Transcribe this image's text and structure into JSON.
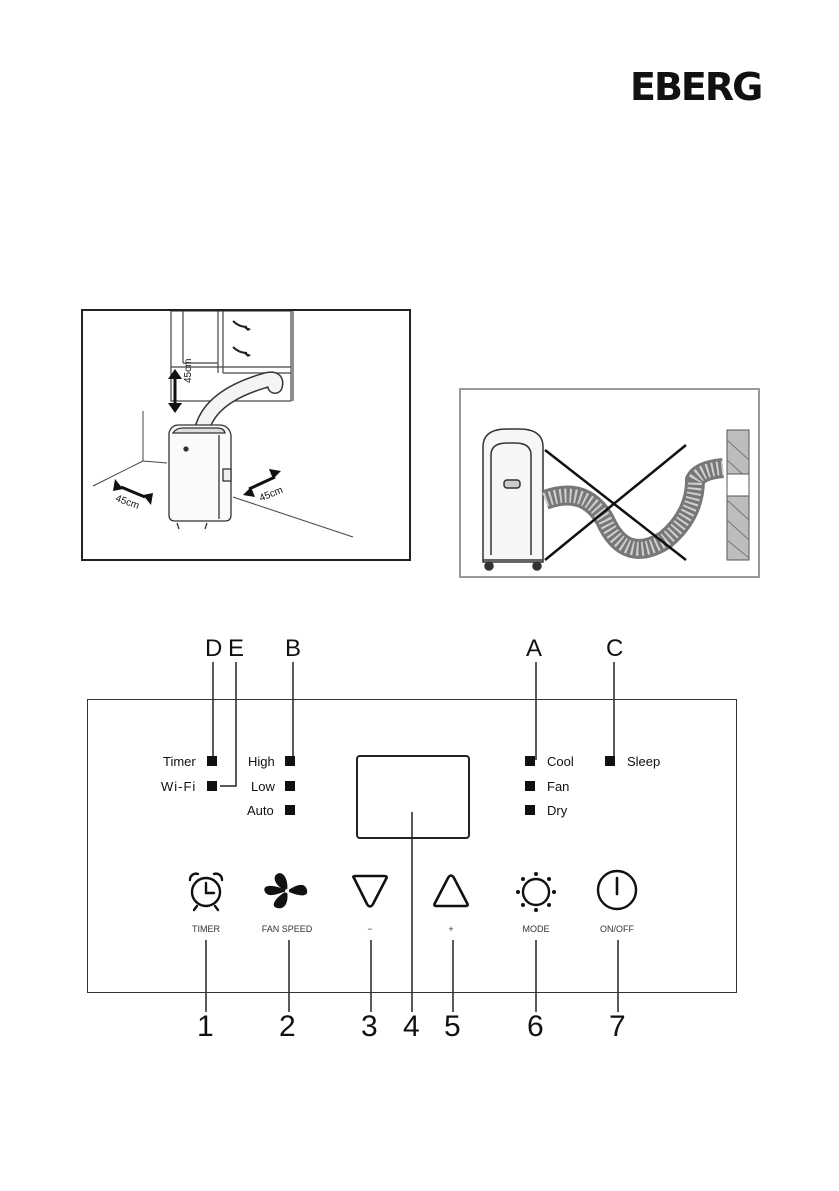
{
  "brand": {
    "logo": "EBERG"
  },
  "figure_1": {
    "dimension_top": "45cm",
    "dimension_left": "45cm",
    "dimension_right": "45cm"
  },
  "figure_2": {},
  "panel": {
    "top_letters": [
      "D",
      "E",
      "B",
      "A",
      "C"
    ],
    "indicators_left": [
      "Timer",
      "Wi-Fi"
    ],
    "indicators_speed": [
      "High",
      "Low",
      "Auto"
    ],
    "indicators_mode": [
      "Cool",
      "Fan",
      "Dry"
    ],
    "indicators_sleep": [
      "Sleep"
    ],
    "buttons": [
      {
        "label": "TIMER",
        "icon": "alarm-clock-icon"
      },
      {
        "label": "FAN SPEED",
        "icon": "fan-icon"
      },
      {
        "label": "−",
        "icon": "triangle-down-icon"
      },
      {
        "label": "+",
        "icon": "triangle-up-icon"
      },
      {
        "label": "MODE",
        "icon": "sun-icon"
      },
      {
        "label": "ON/OFF",
        "icon": "power-icon"
      }
    ],
    "bottom_numbers": [
      "1",
      "2",
      "3",
      "4",
      "5",
      "6",
      "7"
    ]
  }
}
